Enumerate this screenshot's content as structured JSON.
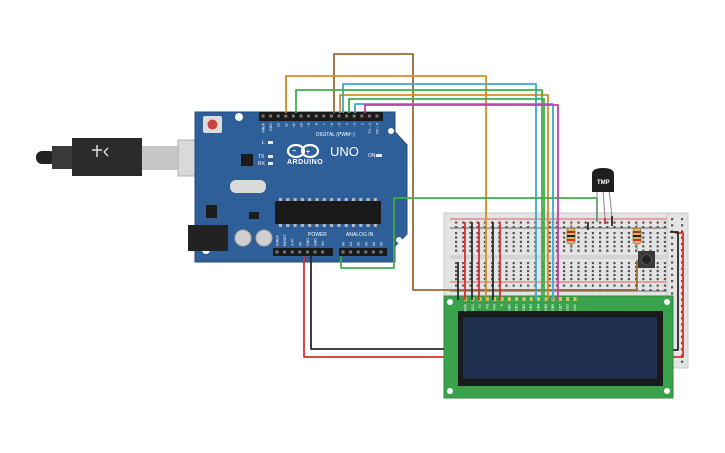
{
  "arduino": {
    "brand": "ARDUINO",
    "model": "UNO",
    "digital_header": "DIGITAL (PWM~)",
    "power_header": "POWER",
    "analog_header": "ANALOG IN",
    "led_on": "ON",
    "led_l": "L",
    "led_tx": "TX",
    "led_rx": "RX",
    "digital_pins": [
      "AREF",
      "GND",
      "13",
      "12",
      "~11",
      "~10",
      "~9",
      "8",
      "7",
      "~6",
      "~5",
      "4",
      "~3",
      "2",
      "TX→1",
      "RX←0"
    ],
    "power_pins": [
      "IOREF",
      "RESET",
      "3.3V",
      "5V",
      "GND",
      "GND",
      "Vin"
    ],
    "analog_pins": [
      "A0",
      "A1",
      "A2",
      "A3",
      "A4",
      "A5"
    ]
  },
  "sensor": {
    "label": "TMP"
  },
  "lcd": {
    "pin_labels": [
      "GND",
      "VCC",
      "V0",
      "RS",
      "RW",
      "E",
      "DB0",
      "DB1",
      "DB2",
      "DB3",
      "DB4",
      "DB5",
      "DB6",
      "DB7",
      "LED",
      "LED"
    ]
  },
  "colors": {
    "board": "#2e5f99",
    "lcd_pcb": "#38a34a",
    "lcd_screen": "#1f2f4f",
    "breadboard": "#e4e4e4",
    "wire_orange": "#d98b1f",
    "wire_brown": "#9a6a38",
    "wire_cyan": "#3ba7d6",
    "wire_green": "#3fae49",
    "wire_magenta": "#c93aa8",
    "wire_red": "#d62f2f",
    "wire_black": "#2a2a2a"
  }
}
